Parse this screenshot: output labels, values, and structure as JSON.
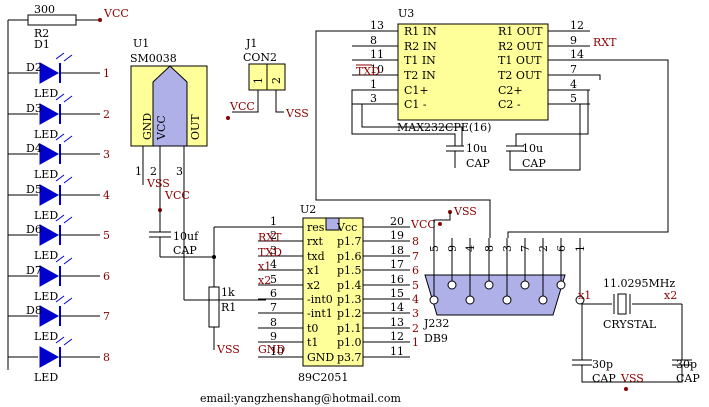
{
  "colors": {
    "wire": "#000000",
    "chip": "#ffff99",
    "led": "#0000cc",
    "net": "#8b0000",
    "sensor": "#b0b0e8"
  },
  "power": {
    "vcc": "VCC",
    "vss": "VSS",
    "gnd": "GND"
  },
  "resistor_r2": {
    "ref": "R2",
    "value": "300"
  },
  "led_bank": {
    "first_ref": "D1",
    "items": [
      {
        "ref": "D2",
        "label": "LED",
        "pin": "1"
      },
      {
        "ref": "D3",
        "label": "LED",
        "pin": "2"
      },
      {
        "ref": "D4",
        "label": "LED",
        "pin": "3"
      },
      {
        "ref": "D5",
        "label": "LED",
        "pin": "4"
      },
      {
        "ref": "D6",
        "label": "LED",
        "pin": "5"
      },
      {
        "ref": "D7",
        "label": "LED",
        "pin": "6"
      },
      {
        "ref": "D8",
        "label": "LED",
        "pin": "7"
      },
      {
        "ref": "",
        "label": "LED",
        "pin": "8"
      }
    ]
  },
  "u1": {
    "ref": "U1",
    "part": "SM0038",
    "pins": [
      "GND",
      "VCC",
      "OUT"
    ],
    "pin_numbers": [
      "1",
      "2",
      "3"
    ]
  },
  "j1": {
    "ref": "J1",
    "part": "CON2",
    "pins": [
      "1",
      "2"
    ]
  },
  "u3": {
    "ref": "U3",
    "part": "MAX232CPE(16)",
    "left_pins": [
      {
        "num": "13",
        "name": "R1 IN"
      },
      {
        "num": "8",
        "name": "R2 IN"
      },
      {
        "num": "11",
        "name": "T1 IN"
      },
      {
        "num": "10",
        "name": "T2 IN"
      },
      {
        "num": "1",
        "name": "C1+"
      },
      {
        "num": "3",
        "name": "C1 -"
      }
    ],
    "right_pins": [
      {
        "num": "12",
        "name": "R1 OUT"
      },
      {
        "num": "9",
        "name": "R2 OUT"
      },
      {
        "num": "14",
        "name": "T1 OUT"
      },
      {
        "num": "7",
        "name": "T2 OUT"
      },
      {
        "num": "4",
        "name": "C2+"
      },
      {
        "num": "5",
        "name": "C2 -"
      }
    ],
    "net_rxt": "RXT",
    "net_txd": "TXD"
  },
  "caps_u3": [
    {
      "value": "10u",
      "label": "CAP"
    },
    {
      "value": "10u",
      "label": "CAP"
    }
  ],
  "c_reset": {
    "value": "10uf",
    "label": "CAP"
  },
  "r1": {
    "ref": "R1",
    "value": "1k"
  },
  "u2": {
    "ref": "U2",
    "part": "89C2051",
    "left_pins": [
      {
        "num": "1",
        "name": "res"
      },
      {
        "num": "2",
        "name": "rxt"
      },
      {
        "num": "3",
        "name": "txd"
      },
      {
        "num": "4",
        "name": "x1"
      },
      {
        "num": "5",
        "name": "x2"
      },
      {
        "num": "6",
        "name": "-int0"
      },
      {
        "num": "7",
        "name": "-int1"
      },
      {
        "num": "8",
        "name": "t0"
      },
      {
        "num": "9",
        "name": "t1"
      },
      {
        "num": "10",
        "name": "GND"
      }
    ],
    "right_pins": [
      {
        "num": "20",
        "name": "Vcc"
      },
      {
        "num": "19",
        "name": "p1.7"
      },
      {
        "num": "18",
        "name": "p1.6"
      },
      {
        "num": "17",
        "name": "p1.5"
      },
      {
        "num": "16",
        "name": "p1.4"
      },
      {
        "num": "15",
        "name": "p1.3"
      },
      {
        "num": "14",
        "name": "p1.2"
      },
      {
        "num": "13",
        "name": "p1.1"
      },
      {
        "num": "12",
        "name": "p1.0"
      },
      {
        "num": "11",
        "name": "p3.7"
      }
    ],
    "net_labels": {
      "rxt": "RXT",
      "txd": "TXD",
      "x1": "x1",
      "x2": "x2"
    },
    "right_nets": [
      "8",
      "7",
      "6",
      "5",
      "4",
      "3",
      "2",
      "1"
    ]
  },
  "j232": {
    "ref": "J232",
    "part": "DB9",
    "pins": [
      "5",
      "9",
      "4",
      "8",
      "3",
      "7",
      "2",
      "6",
      "1"
    ]
  },
  "crystal": {
    "freq": "11.0295MHz",
    "label": "CRYSTAL",
    "x1": "x1",
    "x2": "x2"
  },
  "caps_xtal": [
    {
      "value": "30p",
      "label": "CAP"
    },
    {
      "value": "30p",
      "label": "CAP"
    }
  ],
  "footer": {
    "email": "email:yangzhenshang@hotmail.com"
  }
}
